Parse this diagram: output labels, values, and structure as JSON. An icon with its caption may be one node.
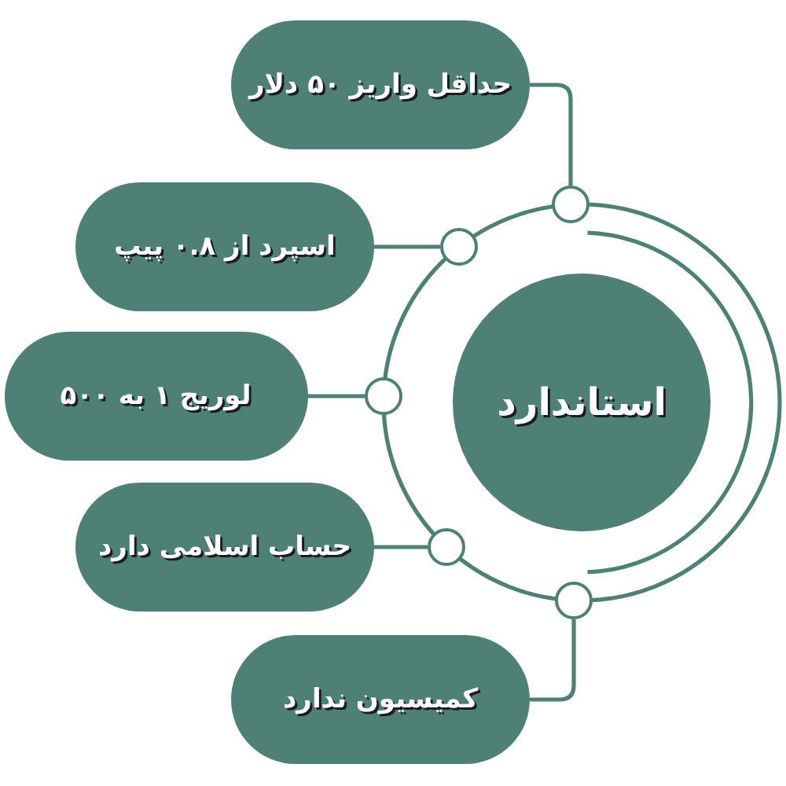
{
  "diagram": {
    "nodes": [
      {
        "text": [
          "استاندارد"
        ]
      },
      {
        "text": [
          "حداقل واریز ۵۰ دلار"
        ]
      },
      {
        "text": [
          "اسپرد از ۰.۸ پیپ"
        ]
      },
      {
        "text": [
          "لوریج ۱ به ۵۰۰"
        ]
      },
      {
        "text": [
          "حساب اسلامی دارد"
        ]
      },
      {
        "text": [
          "کمیسیون ندارد"
        ]
      },
      {
        "text": [],
        "shape": "circle"
      },
      {
        "text": [],
        "shape": "circle"
      },
      {
        "text": [],
        "shape": "circle"
      },
      {
        "text": [],
        "shape": "circle"
      },
      {
        "text": [],
        "shape": "circle"
      }
    ],
    "edges": [
      {
        "from": 1,
        "to": 6,
        "arrow": "none"
      },
      {
        "from": 2,
        "to": 7,
        "arrow": "none"
      },
      {
        "from": 3,
        "to": 8,
        "arrow": "none"
      },
      {
        "from": 4,
        "to": 9,
        "arrow": "none"
      },
      {
        "from": 5,
        "to": 10,
        "arrow": "none"
      }
    ]
  }
}
